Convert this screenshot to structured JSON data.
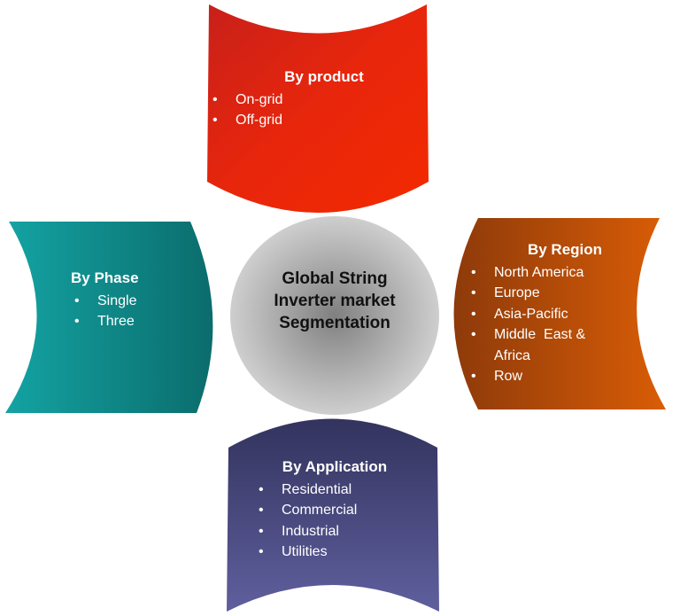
{
  "center": {
    "lines": [
      "Global String",
      "Inverter market",
      "Segmentation"
    ]
  },
  "segments": {
    "product": {
      "title": "By product",
      "items": [
        "On-grid",
        "Off-grid"
      ],
      "color": "#e8220a"
    },
    "phase": {
      "title": "By Phase",
      "items": [
        "Single",
        "Three"
      ],
      "color": "#0f8a8a"
    },
    "region": {
      "title": "By Region",
      "items": [
        "North America",
        "Europe",
        "Asia-Pacific",
        "Middle  East &",
        "Africa",
        "Row"
      ],
      "color": "#c0540c"
    },
    "application": {
      "title": "By Application",
      "items": [
        "Residential",
        "Commercial",
        "Industrial",
        "Utilities"
      ],
      "color": "#4a4a82"
    }
  }
}
